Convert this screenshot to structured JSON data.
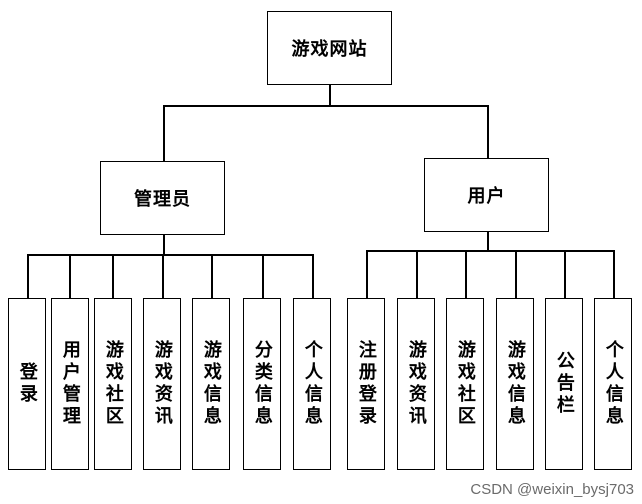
{
  "root": {
    "label": "游戏网站"
  },
  "admin": {
    "label": "管理员",
    "children": [
      "登录",
      "用户管理",
      "游戏社区",
      "游戏资讯",
      "游戏信息",
      "分类信息",
      "个人信息"
    ]
  },
  "user": {
    "label": "用户",
    "children": [
      "注册登录",
      "游戏资讯",
      "游戏社区",
      "游戏信息",
      "公告栏",
      "个人信息"
    ]
  },
  "watermark": "CSDN @weixin_bysj703"
}
